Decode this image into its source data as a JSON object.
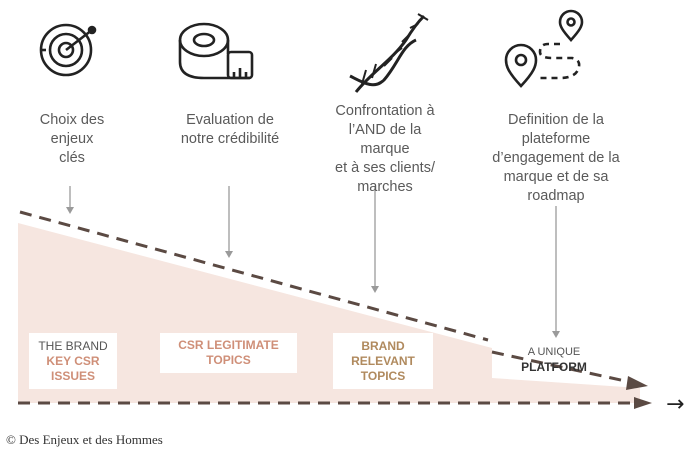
{
  "steps": [
    {
      "label": "Choix des\nenjeux\nclés",
      "icon": "radar-icon"
    },
    {
      "label": "Evaluation de\nnotre crédibilité",
      "icon": "measuring-tape-icon"
    },
    {
      "label": "Confrontation à\nl’AND de la\nmarque\net à ses clients/\nmarches",
      "icon": "dna-icon"
    },
    {
      "label": "Definition de la\nplateforme\nd’engagement de la\nmarque et de sa\nroadmap",
      "icon": "route-map-icon"
    }
  ],
  "boxes": [
    {
      "line1": "THE BRAND",
      "line2": "KEY CSR",
      "line3": "ISSUES"
    },
    {
      "line1": "CSR LEGITIMATE",
      "line2": "TOPICS"
    },
    {
      "line1": "BRAND",
      "line2": "RELEVANT",
      "line3": "TOPICS"
    },
    {
      "line1": "A UNIQUE",
      "line2": "PLATFORM"
    }
  ],
  "arrow_glyph": "→",
  "footer": "© Des Enjeux et des Hommes",
  "colors": {
    "wedge_fill": "#f6e6e0",
    "dash": "#5b4a43",
    "box_accent": "#cf8f78",
    "box_gold": "#b08a5e",
    "connector": "#9a9a9a",
    "icon": "#222222"
  }
}
